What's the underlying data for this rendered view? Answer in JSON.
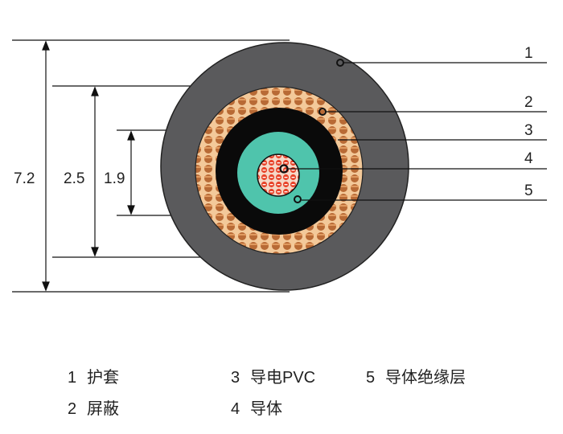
{
  "dimensions": {
    "outer": "7.2",
    "shield": "2.5",
    "insulation": "1.9"
  },
  "callouts": [
    "1",
    "2",
    "3",
    "4",
    "5"
  ],
  "legend": [
    {
      "num": "1",
      "label": "护套"
    },
    {
      "num": "2",
      "label": "屏蔽"
    },
    {
      "num": "3",
      "label": "导电PVC"
    },
    {
      "num": "4",
      "label": "导体"
    },
    {
      "num": "5",
      "label": "导体绝缘层"
    }
  ],
  "colors": {
    "sheath": "#5a5a5c",
    "shield_bg": "#f3c99a",
    "shield_dot": "#b86a35",
    "conductive_pvc": "#0a0a0a",
    "insulation": "#4fc4ac",
    "conductor_bg": "#f5d8c8",
    "conductor_dot": "#e8442a"
  }
}
